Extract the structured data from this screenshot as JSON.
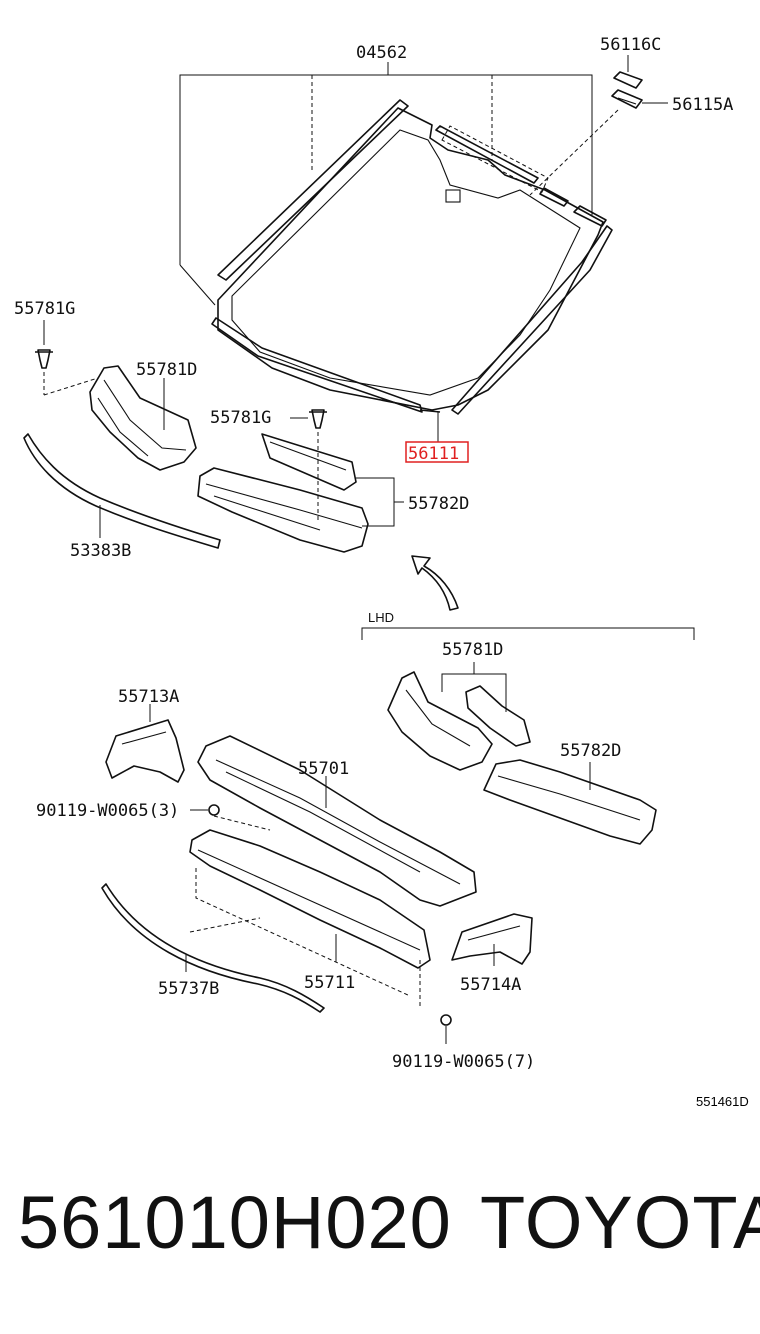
{
  "diagram": {
    "labels": {
      "l04562": "04562",
      "l56116C": "56116C",
      "l56115A": "56115A",
      "l55781G_a": "55781G",
      "l55781D_a": "55781D",
      "l55781G_b": "55781G",
      "l56111": "56111",
      "l55782D_a": "55782D",
      "l53383B": "53383B",
      "lLHD": "LHD",
      "l55781D_b": "55781D",
      "l55713A": "55713A",
      "l55782D_b": "55782D",
      "l55701": "55701",
      "l90119_a": "90119-W0065(3)",
      "l55737B": "55737B",
      "l55711": "55711",
      "l55714A": "55714A",
      "l90119_b": "90119-W0065(7)"
    },
    "highlight_color": "#e02020",
    "diagram_code": "551461D"
  },
  "footer": {
    "part_number": "561010H020",
    "brand": "TOYOTA"
  }
}
